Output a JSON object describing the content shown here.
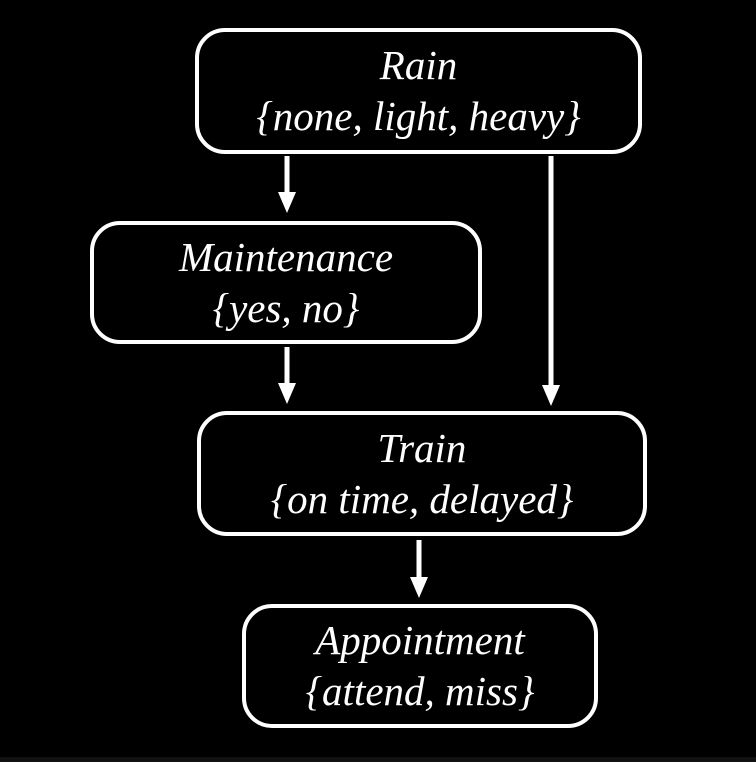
{
  "diagram": {
    "type": "bayesian-network",
    "nodes": [
      {
        "id": "rain",
        "title": "Rain",
        "values": "{none, light, heavy}"
      },
      {
        "id": "maintenance",
        "title": "Maintenance",
        "values": "{yes, no}"
      },
      {
        "id": "train",
        "title": "Train",
        "values": "{on time, delayed}"
      },
      {
        "id": "appointment",
        "title": "Appointment",
        "values": "{attend, miss}"
      }
    ],
    "edges": [
      {
        "from": "Rain",
        "to": "Maintenance"
      },
      {
        "from": "Rain",
        "to": "Train"
      },
      {
        "from": "Maintenance",
        "to": "Train"
      },
      {
        "from": "Train",
        "to": "Appointment"
      }
    ],
    "colors": {
      "background": "#000000",
      "node_fill": "#000000",
      "node_border": "#ffffff",
      "text": "#ffffff",
      "arrow": "#ffffff"
    }
  }
}
